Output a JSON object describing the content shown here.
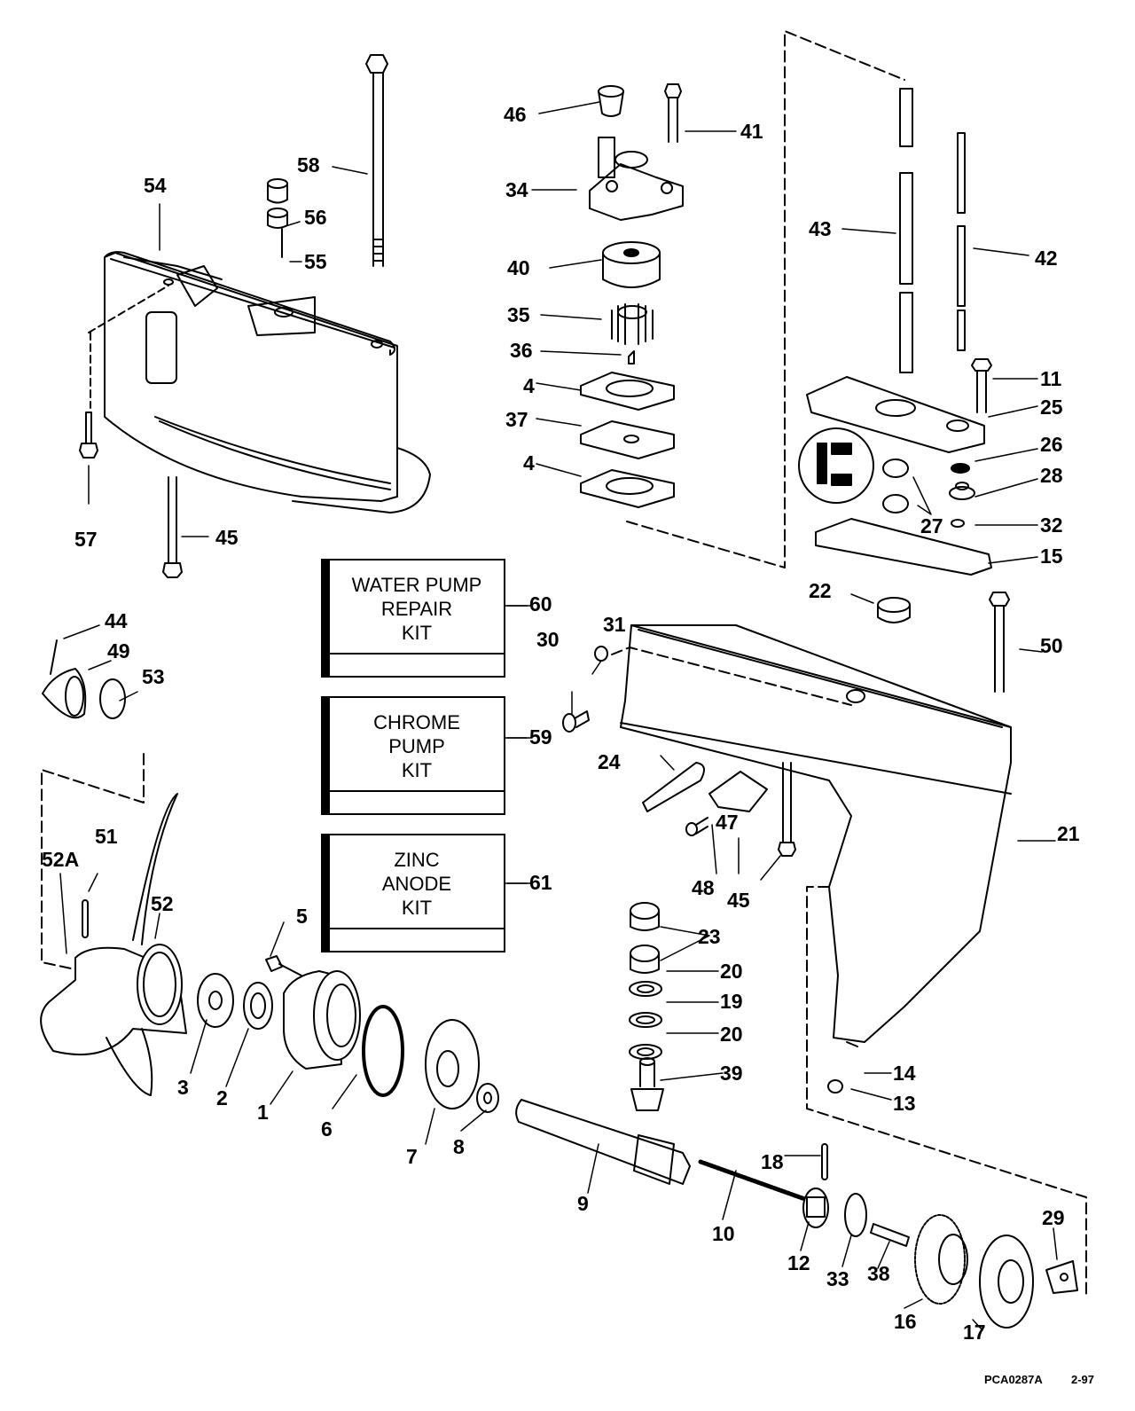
{
  "diagram": {
    "title": "Gearcase exploded parts diagram",
    "drawing_code": "PCA0287A",
    "revision_date": "2-97",
    "kits": [
      {
        "id": "60",
        "lines": [
          "WATER PUMP",
          "REPAIR",
          "KIT"
        ]
      },
      {
        "id": "59",
        "lines": [
          "CHROME",
          "PUMP",
          "KIT"
        ]
      },
      {
        "id": "61",
        "lines": [
          "ZINC",
          "ANODE",
          "KIT"
        ]
      }
    ],
    "callouts": {
      "p1": "1",
      "p2": "2",
      "p3": "3",
      "p4a": "4",
      "p4b": "4",
      "p5": "5",
      "p6": "6",
      "p7": "7",
      "p8": "8",
      "p9": "9",
      "p10": "10",
      "p11": "11",
      "p12": "12",
      "p13": "13",
      "p14": "14",
      "p15": "15",
      "p16": "16",
      "p17": "17",
      "p18": "18",
      "p19": "19",
      "p20a": "20",
      "p20b": "20",
      "p21": "21",
      "p22": "22",
      "p23": "23",
      "p24": "24",
      "p25": "25",
      "p26": "26",
      "p27": "27",
      "p28": "28",
      "p29": "29",
      "p30": "30",
      "p31": "31",
      "p32": "32",
      "p33": "33",
      "p34": "34",
      "p35": "35",
      "p36": "36",
      "p37": "37",
      "p38": "38",
      "p39": "39",
      "p40": "40",
      "p41": "41",
      "p42": "42",
      "p43": "43",
      "p44": "44",
      "p45a": "45",
      "p45b": "45",
      "p46": "46",
      "p47": "47",
      "p48": "48",
      "p49": "49",
      "p50": "50",
      "p51": "51",
      "p52": "52",
      "p52a": "52A",
      "p53": "53",
      "p54": "54",
      "p55": "55",
      "p56": "56",
      "p57": "57",
      "p58": "58",
      "p59": "59",
      "p60": "60",
      "p61": "61"
    }
  }
}
